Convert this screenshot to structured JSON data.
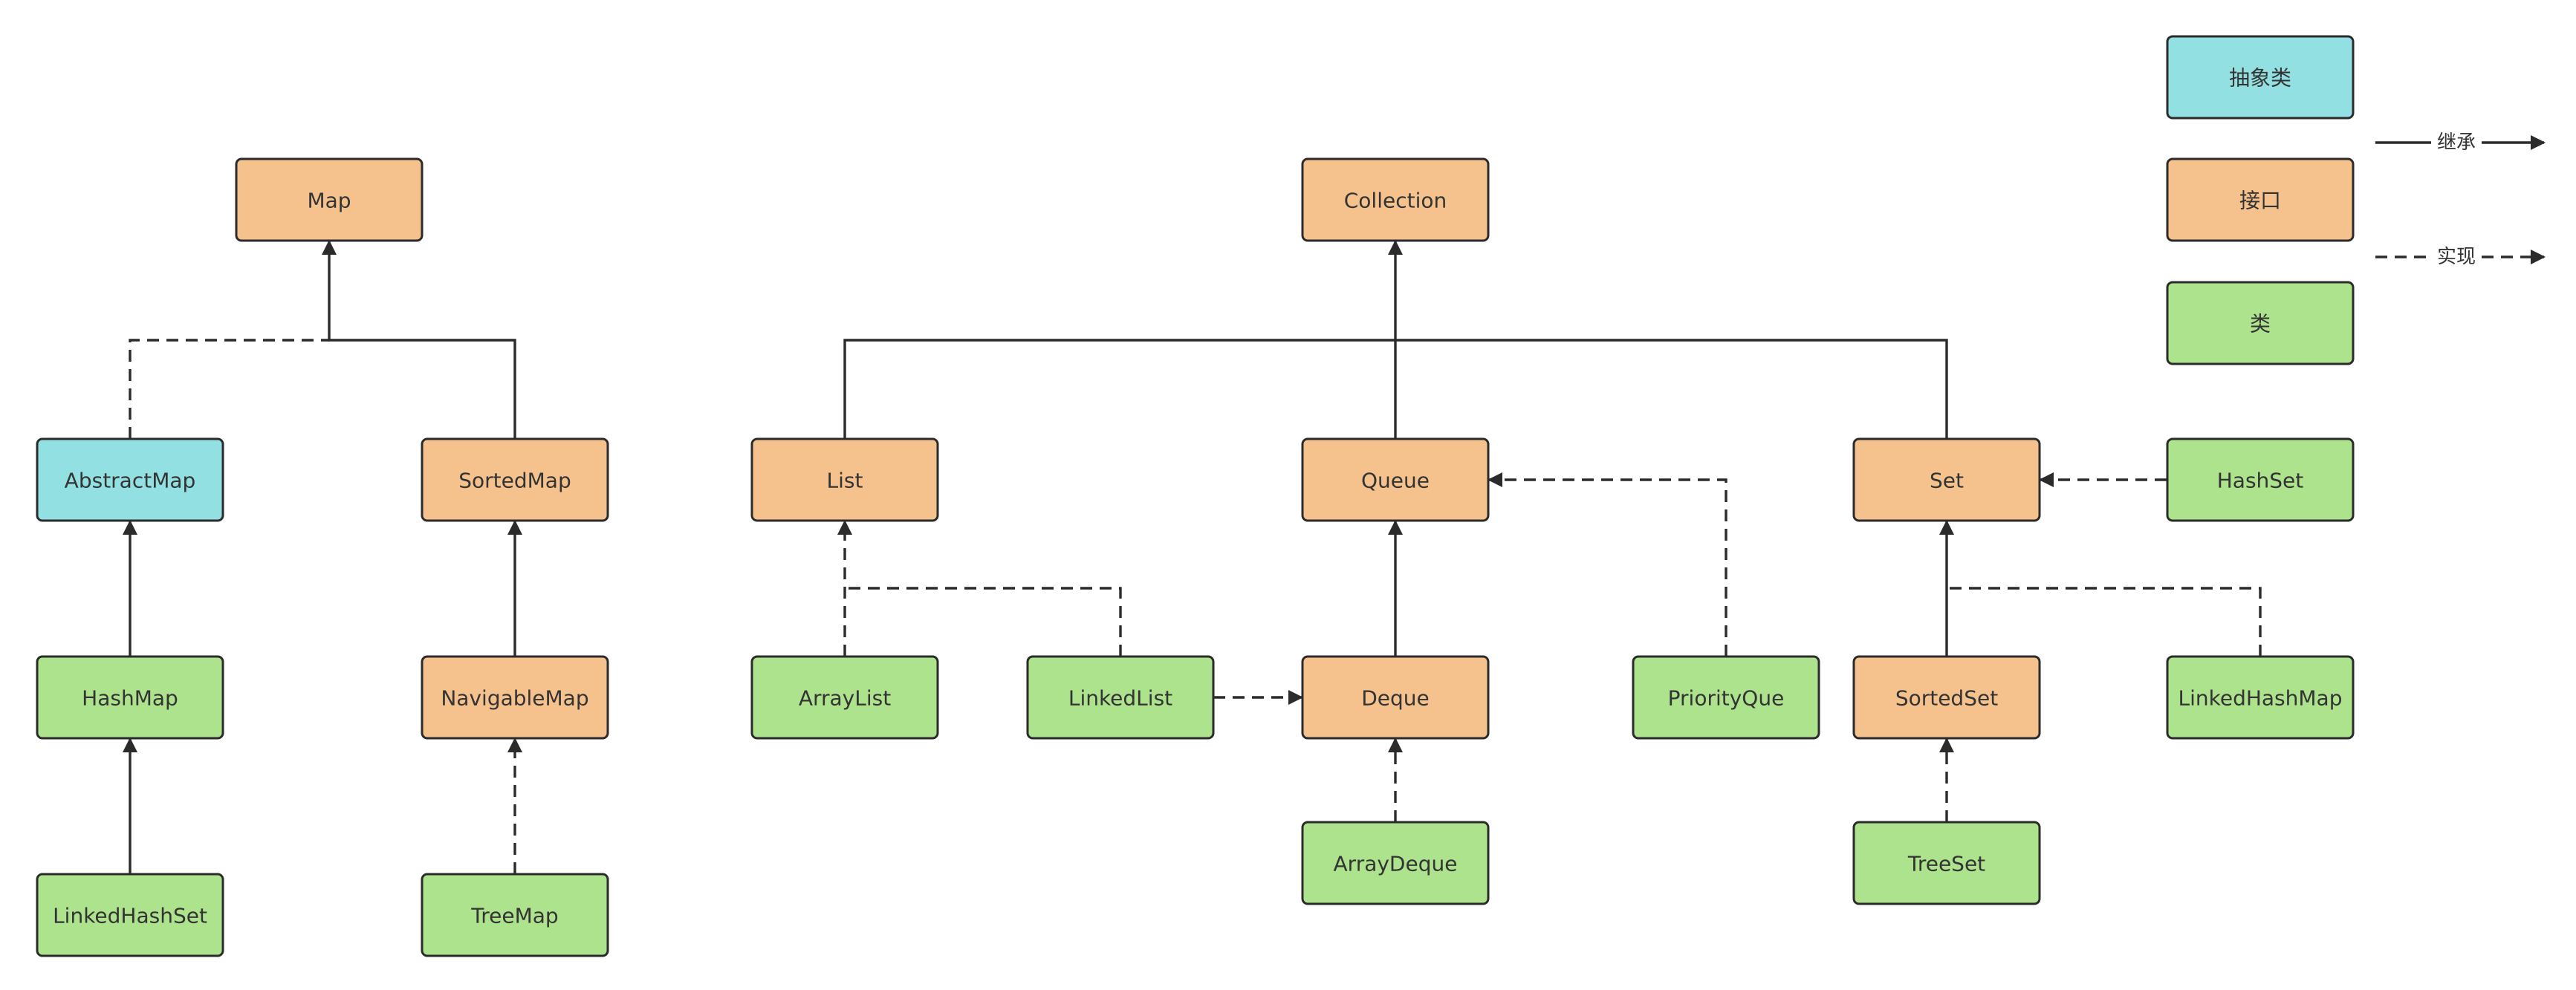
{
  "colors": {
    "abstract": "#93e0e3",
    "interface": "#f5c28e",
    "class": "#aee38e",
    "stroke": "#2b2b2b"
  },
  "nodes": {
    "map": {
      "label": "Map",
      "kind": "interface"
    },
    "abstract_map": {
      "label": "AbstractMap",
      "kind": "abstract"
    },
    "sorted_map": {
      "label": "SortedMap",
      "kind": "interface"
    },
    "hash_map": {
      "label": "HashMap",
      "kind": "class"
    },
    "navigable_map": {
      "label": "NavigableMap",
      "kind": "interface"
    },
    "linked_hash_set": {
      "label": "LinkedHashSet",
      "kind": "class"
    },
    "tree_map": {
      "label": "TreeMap",
      "kind": "class"
    },
    "collection": {
      "label": "Collection",
      "kind": "interface"
    },
    "list": {
      "label": "List",
      "kind": "interface"
    },
    "queue": {
      "label": "Queue",
      "kind": "interface"
    },
    "set": {
      "label": "Set",
      "kind": "interface"
    },
    "array_list": {
      "label": "ArrayList",
      "kind": "class"
    },
    "linked_list": {
      "label": "LinkedList",
      "kind": "class"
    },
    "deque": {
      "label": "Deque",
      "kind": "interface"
    },
    "priority_que": {
      "label": "PriorityQue",
      "kind": "class"
    },
    "sorted_set": {
      "label": "SortedSet",
      "kind": "interface"
    },
    "linked_hash_map": {
      "label": "LinkedHashMap",
      "kind": "class"
    },
    "array_deque": {
      "label": "ArrayDeque",
      "kind": "class"
    },
    "tree_set": {
      "label": "TreeSet",
      "kind": "class"
    },
    "hash_set": {
      "label": "HashSet",
      "kind": "class"
    }
  },
  "legend": {
    "abstract_label": "抽象类",
    "interface_label": "接口",
    "class_label": "类",
    "inherit_label": "继承",
    "implement_label": "实现"
  },
  "relations": [
    {
      "from": "abstract_map",
      "to": "map",
      "type": "implement"
    },
    {
      "from": "sorted_map",
      "to": "map",
      "type": "inherit"
    },
    {
      "from": "hash_map",
      "to": "abstract_map",
      "type": "inherit"
    },
    {
      "from": "linked_hash_set",
      "to": "hash_map",
      "type": "inherit"
    },
    {
      "from": "navigable_map",
      "to": "sorted_map",
      "type": "inherit"
    },
    {
      "from": "tree_map",
      "to": "navigable_map",
      "type": "implement"
    },
    {
      "from": "list",
      "to": "collection",
      "type": "inherit"
    },
    {
      "from": "queue",
      "to": "collection",
      "type": "inherit"
    },
    {
      "from": "set",
      "to": "collection",
      "type": "inherit"
    },
    {
      "from": "array_list",
      "to": "list",
      "type": "implement"
    },
    {
      "from": "linked_list",
      "to": "list",
      "type": "implement"
    },
    {
      "from": "linked_list",
      "to": "deque",
      "type": "implement"
    },
    {
      "from": "deque",
      "to": "queue",
      "type": "inherit"
    },
    {
      "from": "priority_que",
      "to": "queue",
      "type": "implement"
    },
    {
      "from": "array_deque",
      "to": "deque",
      "type": "implement"
    },
    {
      "from": "hash_set",
      "to": "set",
      "type": "implement"
    },
    {
      "from": "sorted_set",
      "to": "set",
      "type": "inherit"
    },
    {
      "from": "linked_hash_map",
      "to": "set",
      "type": "implement"
    },
    {
      "from": "tree_set",
      "to": "sorted_set",
      "type": "implement"
    }
  ]
}
